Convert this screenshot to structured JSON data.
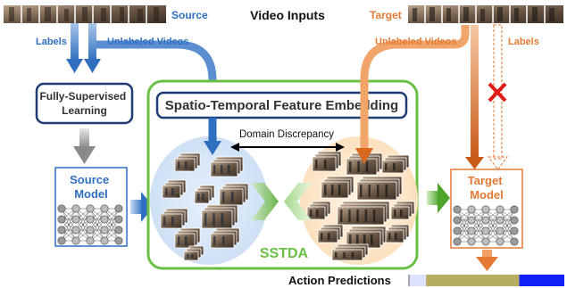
{
  "header": {
    "source_label": "Source",
    "title": "Video Inputs",
    "target_label": "Target"
  },
  "left_flow": {
    "labels": "Labels",
    "unlabeled_videos": "Unlabeled Videos",
    "supervised_box": "Fully-Supervised\nLearning",
    "source_model": "Source\nModel"
  },
  "right_flow": {
    "unlabeled_videos": "Unlabeled Videos",
    "labels": "Labels",
    "target_model": "Target\nModel"
  },
  "center": {
    "embedding_title": "Spatio-Temporal Feature Embedding",
    "domain_discrepancy": "Domain Discrepancy",
    "sstda_label": "SSTDA"
  },
  "bottom": {
    "action_predictions": "Action Predictions",
    "prediction_segments": [
      {
        "color": "#dde3ff",
        "fraction": 0.11
      },
      {
        "color": "#b6ad63",
        "fraction": 0.6
      },
      {
        "color": "#0f1ff5",
        "fraction": 0.29
      }
    ]
  },
  "colors": {
    "source": "#2f6fc0",
    "target": "#e37a33",
    "sstda": "#6bbf45",
    "box_border": "#1f3b73",
    "model_gray": "#888888"
  },
  "icons": [
    "video-strip",
    "neural-net",
    "red-cross",
    "double-arrow"
  ]
}
